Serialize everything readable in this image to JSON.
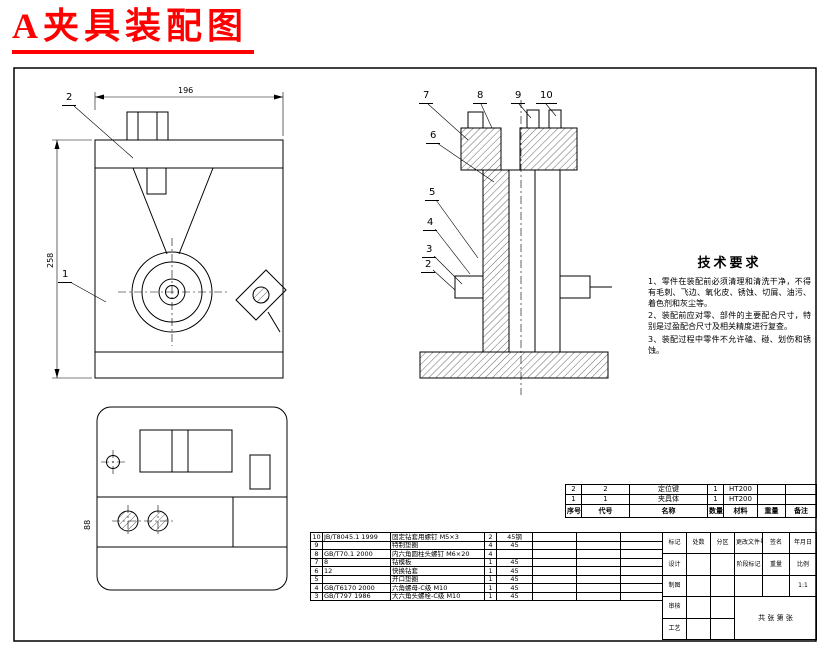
{
  "page": {
    "title": "A夹具装配图"
  },
  "drawing": {
    "front_view": {
      "callout_2": "2",
      "callout_1": "1",
      "dim_top": "196",
      "dim_left": "258"
    },
    "top_view": {
      "dim_left": "88"
    },
    "section_view": {
      "top_callouts": [
        "7",
        "8",
        "9",
        "10"
      ],
      "left_callouts": [
        "6",
        "5",
        "4",
        "3",
        "2"
      ]
    }
  },
  "tech_requirements": {
    "heading": "技术要求",
    "items": [
      "1、零件在装配前必须清理和清洗干净，不得有毛刺、飞边、氧化皮、锈蚀、切屑、油污、着色剂和灰尘等。",
      "2、装配前应对零、部件的主要配合尺寸，特别是过盈配合尺寸及相关精度进行复查。",
      "3、装配过程中零件不允许磕、碰、划伤和锈蚀。"
    ]
  },
  "upper_parts_table": {
    "headers": [
      "序号",
      "代号",
      "名称",
      "数量",
      "材料",
      "重量",
      "备注"
    ],
    "rows": [
      [
        "2",
        "2",
        "定位键",
        "1",
        "HT200",
        "",
        ""
      ],
      [
        "1",
        "1",
        "夹具体",
        "1",
        "HT200",
        "",
        ""
      ]
    ]
  },
  "lower_parts_table": {
    "rows": [
      [
        "10",
        "JB/T8045.1 1999",
        "固定钻套用螺钉 M5×3",
        "2",
        "45钢"
      ],
      [
        "9",
        "",
        "特制垫圈",
        "4",
        "45"
      ],
      [
        "8",
        "GB/T70.1 2000",
        "内六角圆柱头螺钉 M6×20",
        "4",
        ""
      ],
      [
        "7",
        "8",
        "钻模板",
        "1",
        "45"
      ],
      [
        "6",
        "12",
        "快换钻套",
        "1",
        "45"
      ],
      [
        "5",
        "",
        "开口垫圈",
        "1",
        "45"
      ],
      [
        "4",
        "GB/T6170 2000",
        "六角螺母-C级 M10",
        "1",
        "45"
      ],
      [
        "3",
        "GB/T797 1986",
        "大六角头螺栓-C级 M10",
        "1",
        "45"
      ]
    ]
  },
  "title_block": {
    "rev_headers": [
      "标记",
      "处数",
      "分区",
      "更改文件号",
      "签名",
      "年月日"
    ],
    "row_labels": [
      "设计",
      "制图",
      "审核",
      "工艺"
    ],
    "stage_label": "阶段标记",
    "weight_label": "重量",
    "scale_label": "比例",
    "scale_value": "1:1",
    "sheets": "共 张 第 张"
  }
}
